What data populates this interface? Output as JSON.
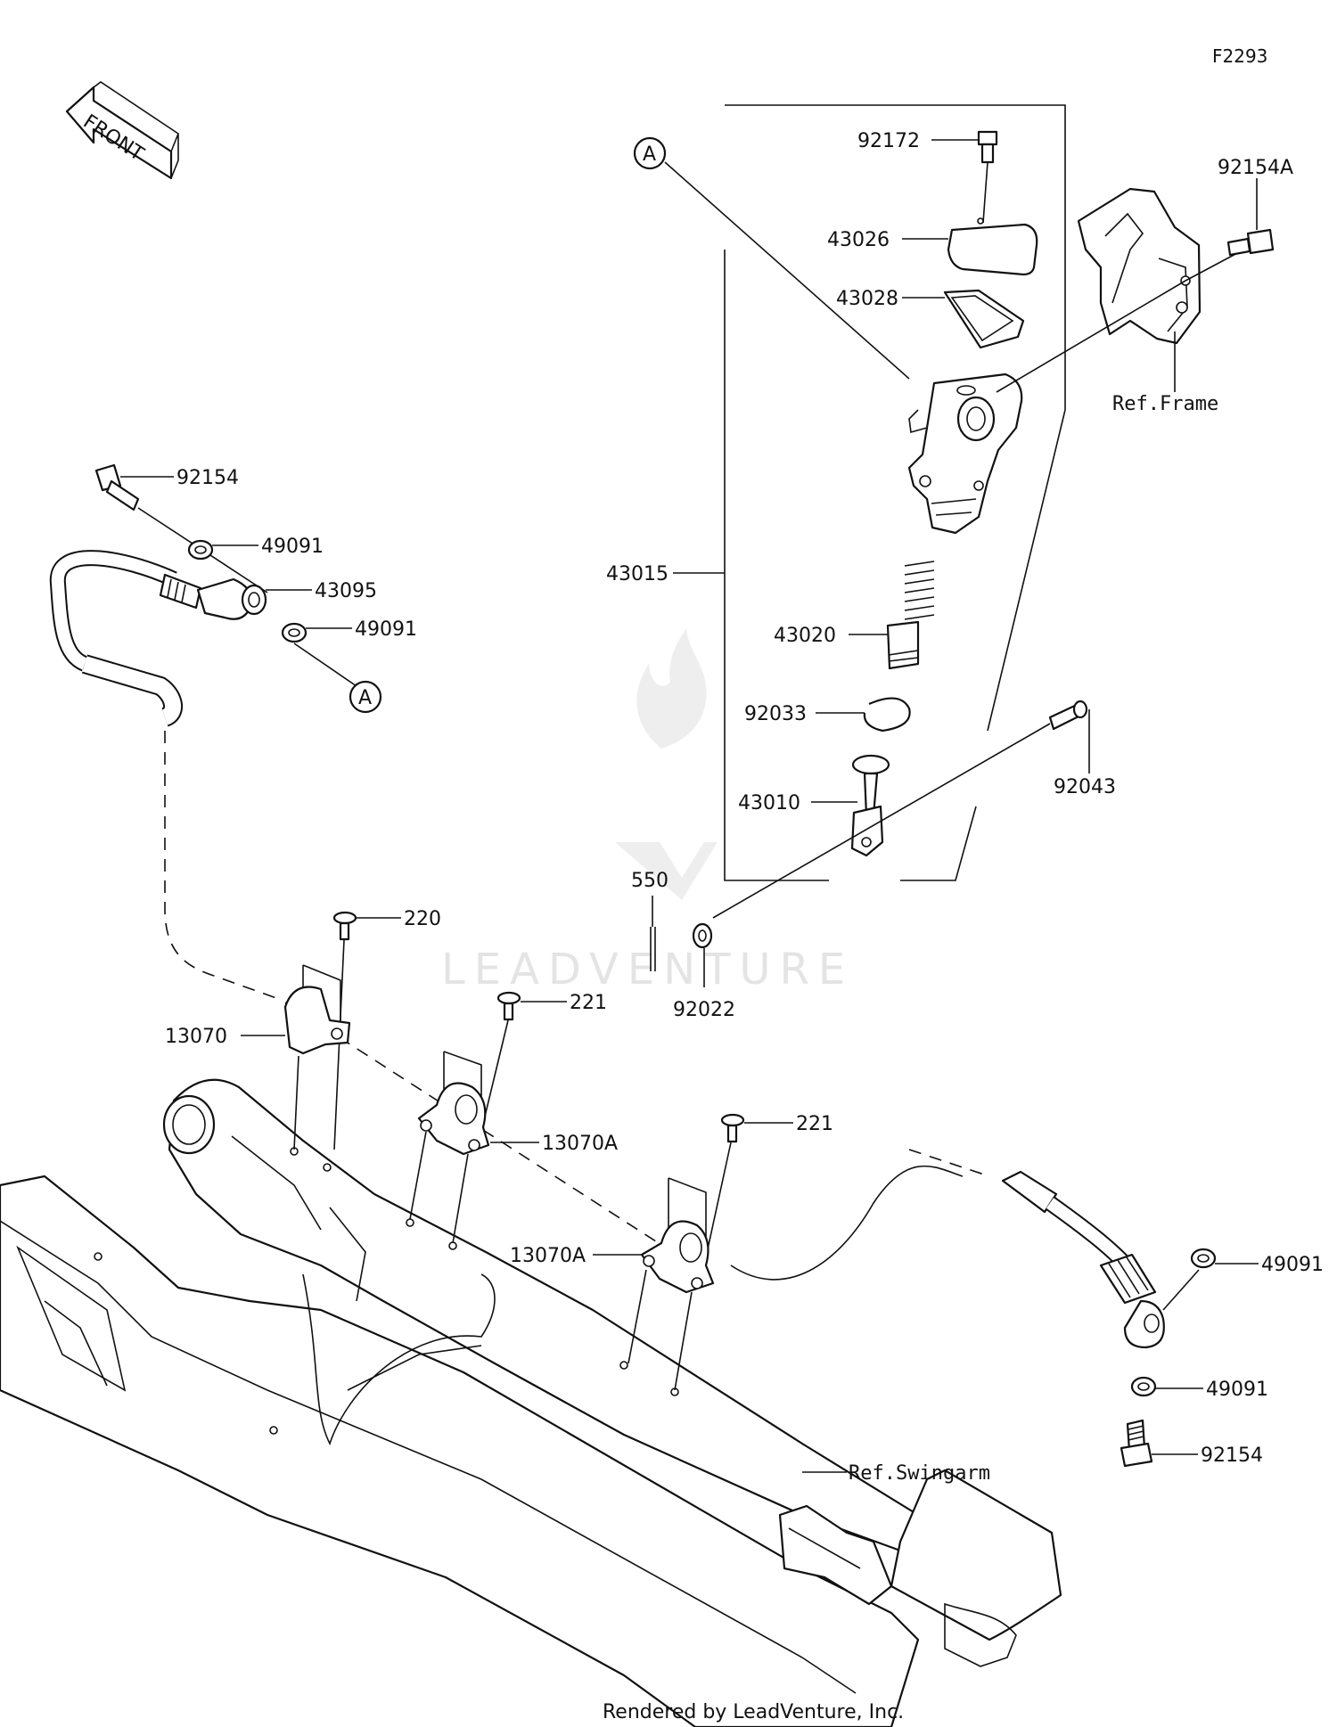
{
  "figure_code": "F2293",
  "front_label": "FRONT",
  "watermark": "LEADVENTURE",
  "footer": "Rendered by LeadVenture, Inc.",
  "callout_letter": "A",
  "refs": {
    "frame": "Ref.Frame",
    "swingarm": "Ref.Swingarm"
  },
  "parts": {
    "p92172": "92172",
    "p43026": "43026",
    "p43028": "43028",
    "p92154A": "92154A",
    "p43015": "43015",
    "p43020": "43020",
    "p92033": "92033",
    "p43010": "43010",
    "p92043": "92043",
    "p550": "550",
    "p92022": "92022",
    "p92154_top": "92154",
    "p49091_a": "49091",
    "p43095": "43095",
    "p49091_b": "49091",
    "p220": "220",
    "p221_a": "221",
    "p13070": "13070",
    "p13070A_a": "13070A",
    "p221_b": "221",
    "p13070A_b": "13070A",
    "p49091_c": "49091",
    "p49091_d": "49091",
    "p92154_bottom": "92154"
  }
}
